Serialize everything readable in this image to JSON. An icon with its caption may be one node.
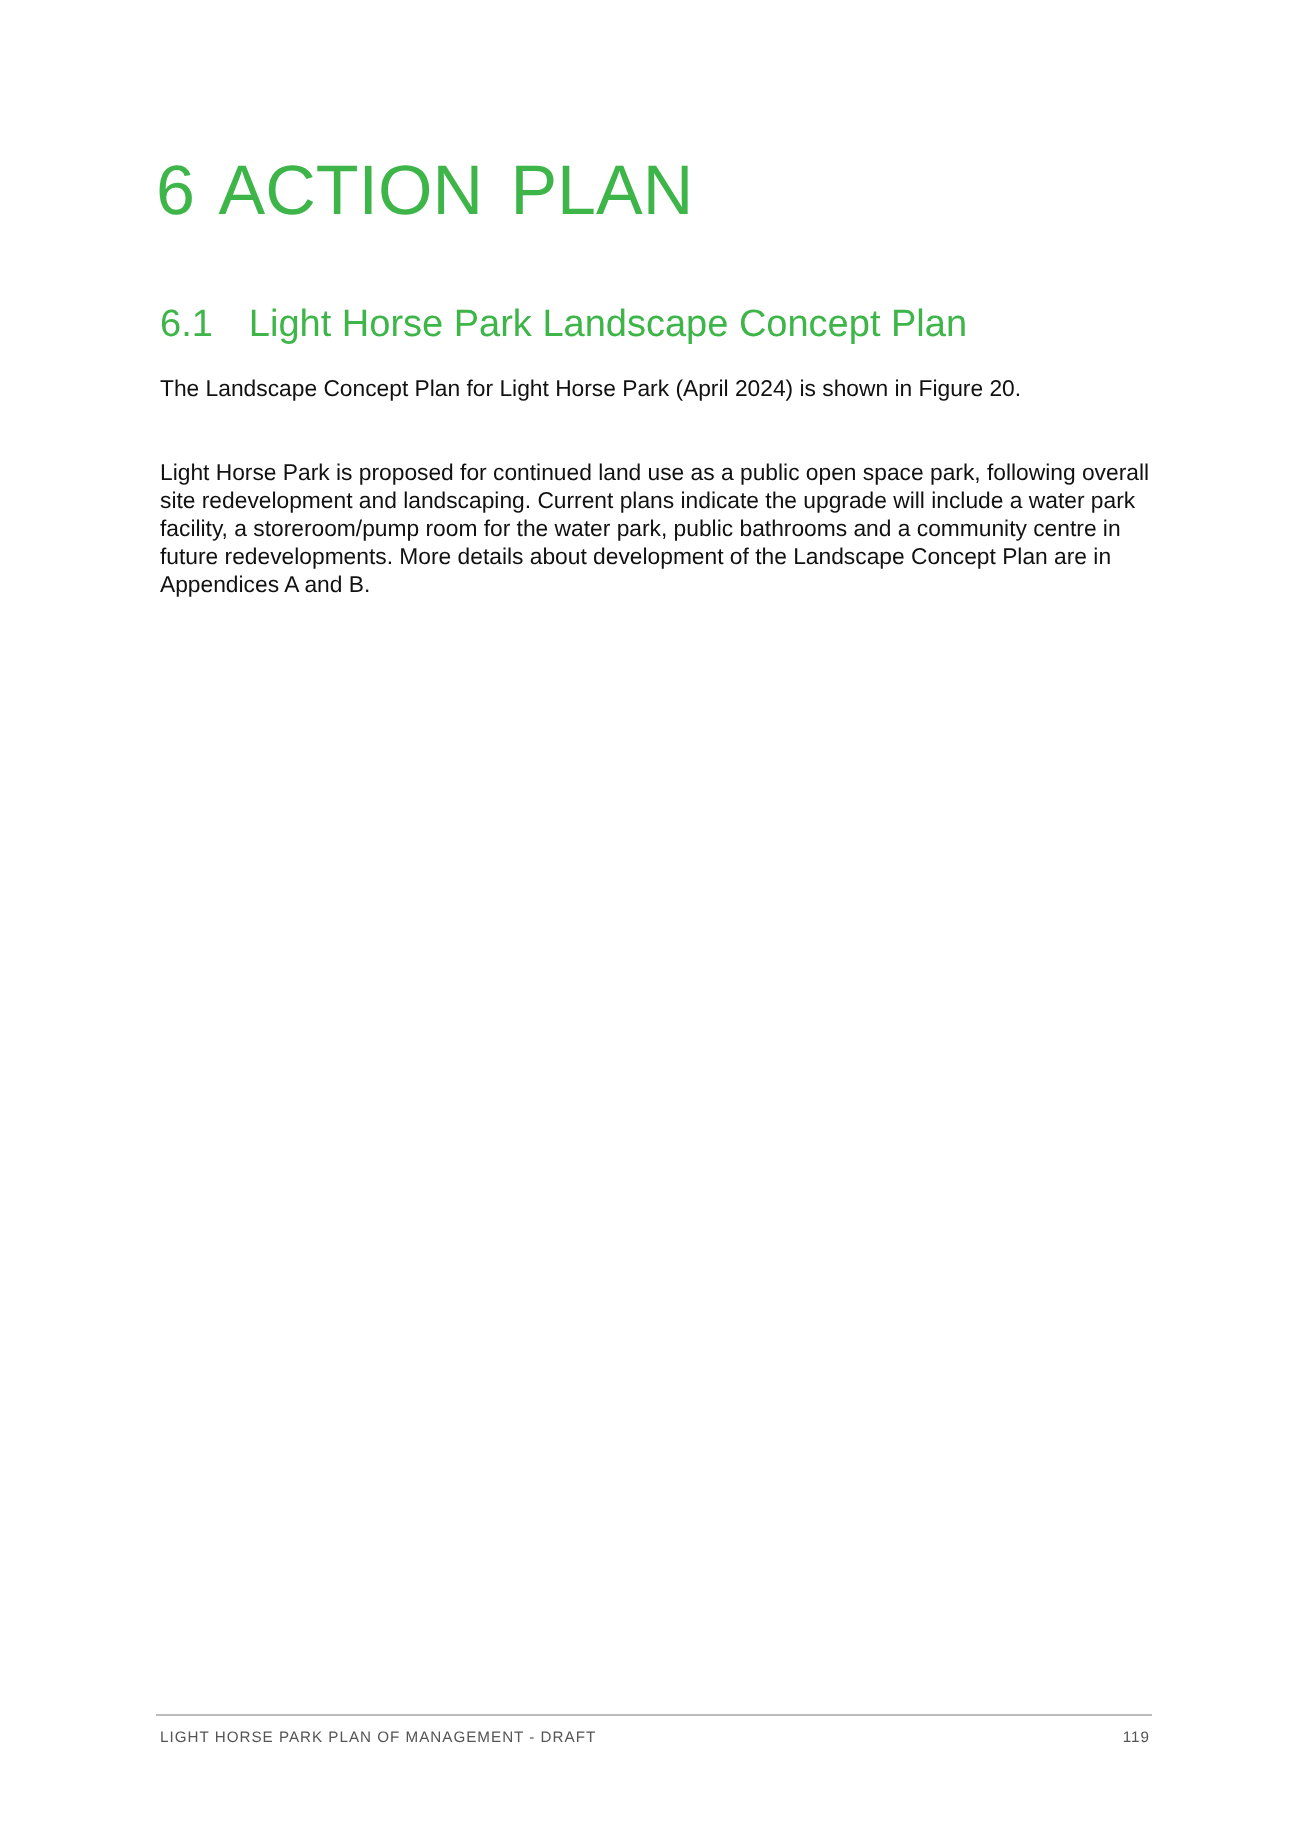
{
  "diagram": {
    "title": "6 ACTION PLAN",
    "labels": [
      "6.1",
      "Light Horse Park Landscape Concept Plan",
      "The Landscape Concept Plan for Light Horse Park (April 2024) is shown in Figure 20.",
      "Light Horse Park is proposed for continued land use as a public open space park, following overall site redevelopment and landscaping. Current plans indicate the upgrade will include a water park facility, a storeroom/pump room for the water park, public bathrooms and a community centre in future redevelopments. More details about development of the Landscape Concept Plan are in Appendices A and B.",
      "LIGHT HORSE PARK PLAN OF MANAGEMENT - DRAFT",
      "119"
    ]
  }
}
